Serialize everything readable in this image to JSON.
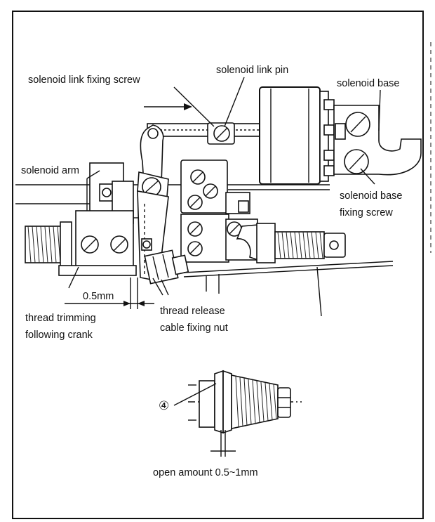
{
  "labels": {
    "solenoid_link_fixing_screw": "solenoid link fixing screw",
    "solenoid_link_pin": "solenoid link pin",
    "solenoid_base": "solenoid base",
    "solenoid_arm": "solenoid arm",
    "solenoid_base_fixing_screw_line1": "solenoid base",
    "solenoid_base_fixing_screw_line2": "fixing screw",
    "gap_dimension": "0.5mm",
    "thread_trimming_crank_line1": "thread trimming",
    "thread_trimming_crank_line2": "following crank",
    "thread_release_nut_line1": "thread release",
    "thread_release_nut_line2": "cable fixing nut",
    "part_number": "④",
    "open_amount": "open amount 0.5~1mm"
  },
  "colors": {
    "ink": "#111111",
    "background": "#ffffff"
  }
}
